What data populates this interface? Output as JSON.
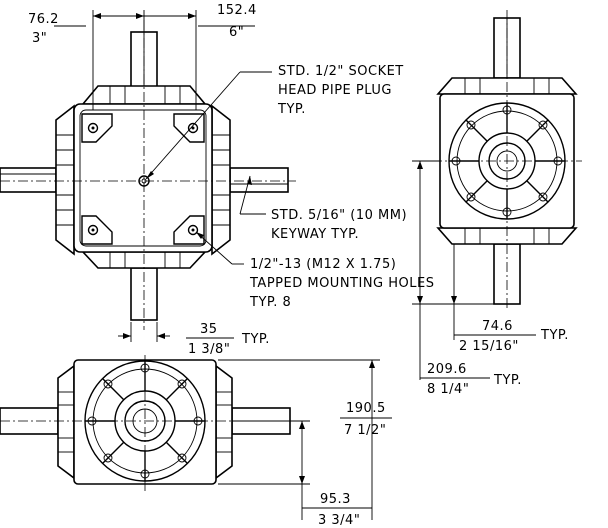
{
  "dimensions": {
    "top_left_width": {
      "mm": "76.2",
      "inch": "3\""
    },
    "top_right_width": {
      "mm": "152.4",
      "inch": "6\""
    },
    "shaft_offset": {
      "mm": "35",
      "inch": "1 3/8\"",
      "suffix": "TYP."
    },
    "height_total": {
      "mm": "190.5",
      "inch": "7 1/2\""
    },
    "height_half": {
      "mm": "95.3",
      "inch": "3 3/4\""
    },
    "side_shaft_height": {
      "mm": "74.6",
      "inch": "2 15/16\"",
      "suffix": "TYP."
    },
    "side_total_height": {
      "mm": "209.6",
      "inch": "8 1/4\"",
      "suffix": "TYP."
    }
  },
  "callouts": {
    "pipe_plug": [
      "STD. 1/2\" SOCKET",
      "HEAD PIPE PLUG",
      "TYP."
    ],
    "keyway": [
      "STD. 5/16\" (10 MM)",
      "KEYWAY TYP."
    ],
    "mounting_holes": [
      "1/2\"-13 (M12 X 1.75)",
      "TAPPED MOUNTING HOLES",
      "TYP. 8"
    ]
  }
}
